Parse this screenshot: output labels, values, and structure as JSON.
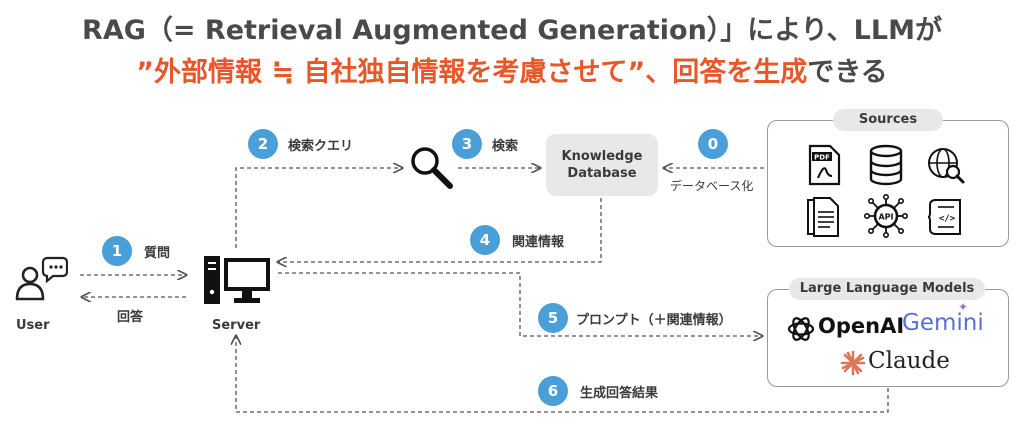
{
  "title": {
    "line1": "RAG（= Retrieval Augmented Generation）」により、LLMが",
    "line2_highlight": "”外部情報 ≒ 自社独自情報を考慮させて”、回答を生成",
    "line2_rest": "できる"
  },
  "nodes": {
    "user": "User",
    "server": "Server",
    "knowledge_db": [
      "Knowledge",
      "Database"
    ]
  },
  "steps": [
    {
      "num": "1",
      "label": "質問"
    },
    {
      "num": "2",
      "label": "検索クエリ"
    },
    {
      "num": "3",
      "label": "検索"
    },
    {
      "num": "0",
      "label": "データベース化"
    },
    {
      "num": "4",
      "label": "関連情報"
    },
    {
      "num": "5",
      "label": "プロンプト（＋関連情報）"
    },
    {
      "num": "6",
      "label": "生成回答結果"
    }
  ],
  "answer_label": "回答",
  "sources": {
    "title": "Sources",
    "icons": [
      "pdf-icon",
      "database-icon",
      "web-search-icon",
      "document-icon",
      "api-icon",
      "code-file-icon"
    ],
    "pdf_text": "PDF",
    "api_text": "API"
  },
  "llms": {
    "title": "Large Language Models",
    "openai": "OpenAI",
    "gemini": "Gemini",
    "claude": "Claude"
  },
  "colors": {
    "accent_orange": "#e8572a",
    "step_blue": "#4a9fd8",
    "gemini_blue": "#5b6fd6",
    "claude_orange": "#d97757"
  }
}
